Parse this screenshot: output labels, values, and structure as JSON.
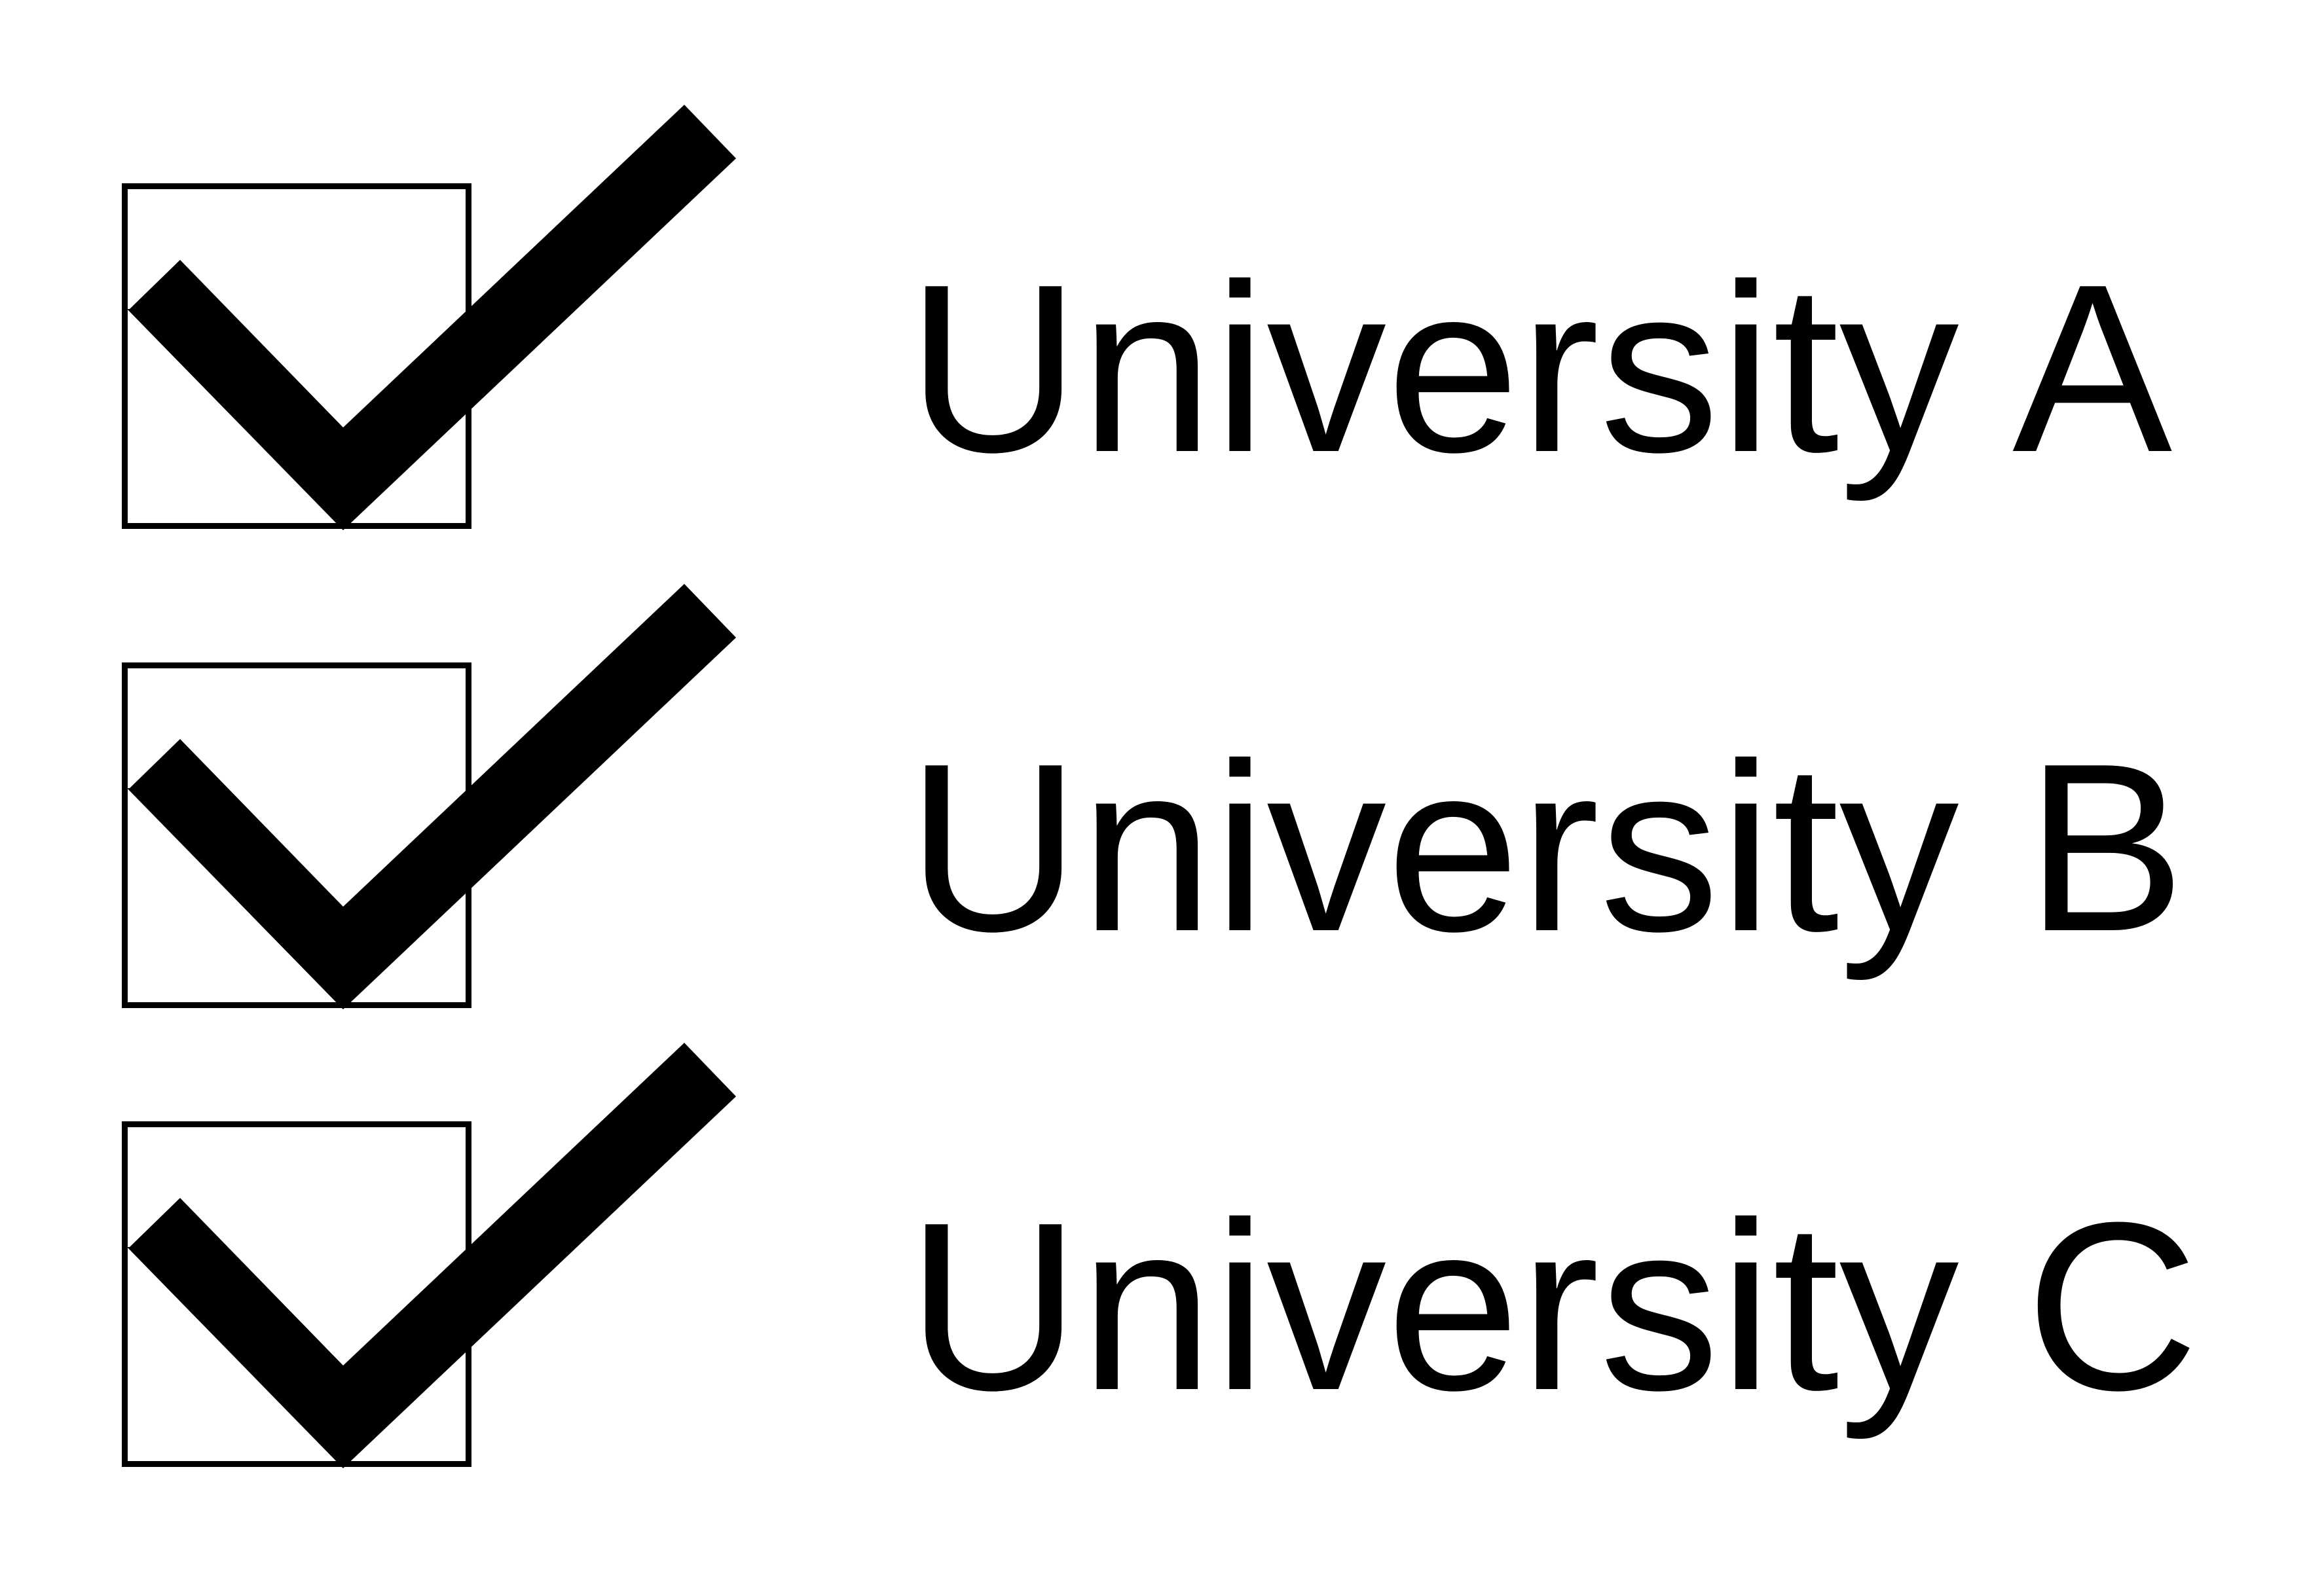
{
  "options": [
    {
      "label": "University A",
      "checked": true
    },
    {
      "label": "University B",
      "checked": true
    },
    {
      "label": "University C",
      "checked": true
    }
  ],
  "colors": {
    "background": "#ffffff",
    "foreground": "#000000"
  },
  "icons": {
    "checkbox": "checkbox-icon",
    "check": "checkmark-icon"
  }
}
